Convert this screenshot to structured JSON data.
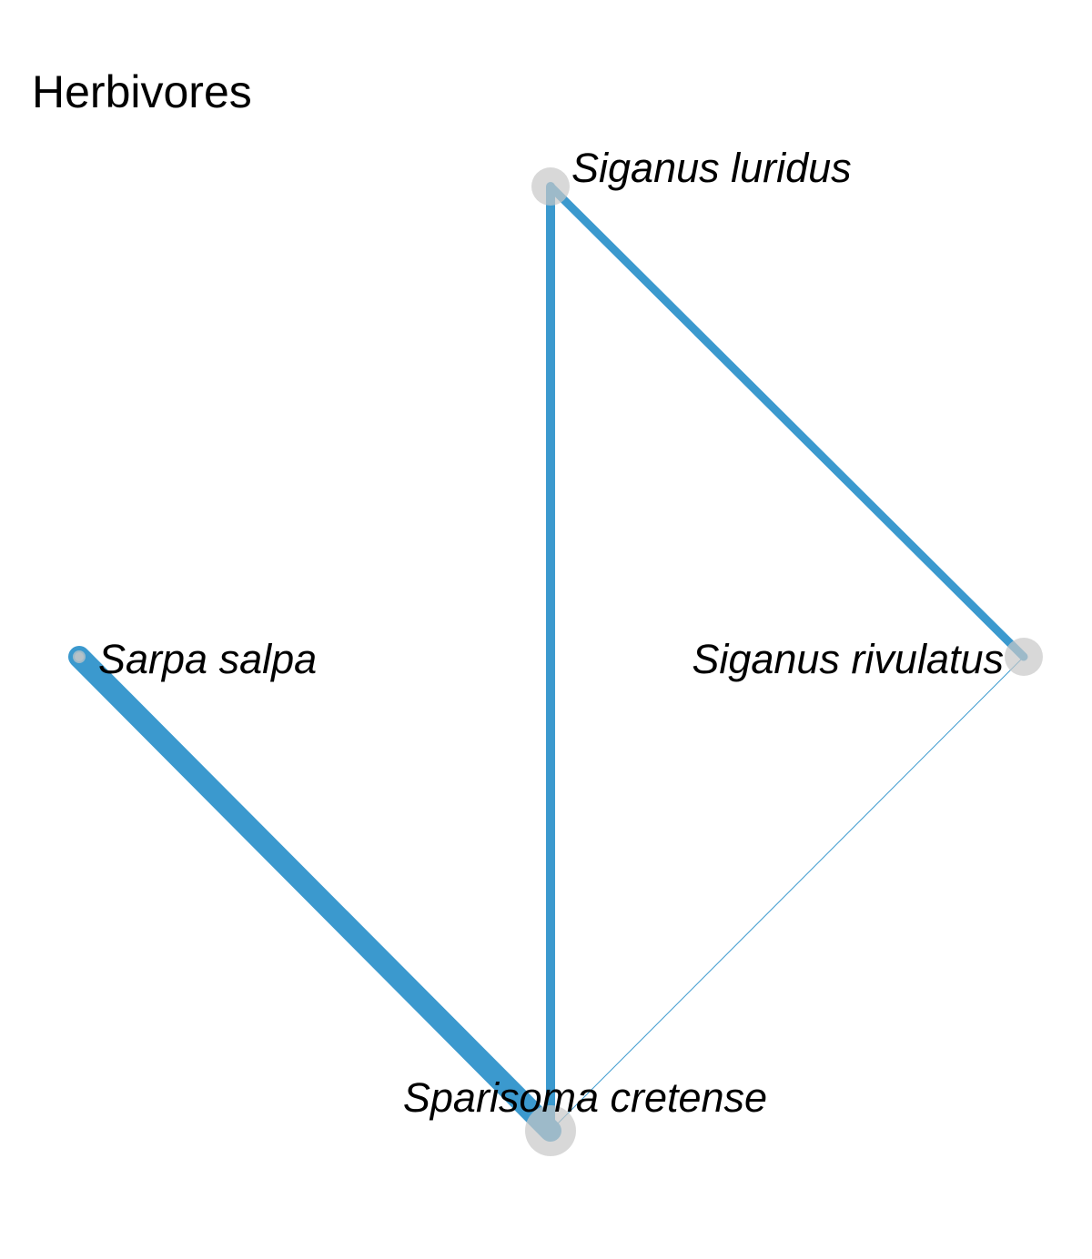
{
  "title": "Herbivores",
  "colors": {
    "edge": "#3b99ce",
    "node": "#c8c8c8",
    "text": "#000000"
  },
  "nodes": [
    {
      "id": "siganus_luridus",
      "label": "Siganus luridus"
    },
    {
      "id": "sarpa_salpa",
      "label": "Sarpa salpa"
    },
    {
      "id": "siganus_rivulatus",
      "label": "Siganus rivulatus"
    },
    {
      "id": "sparisoma_cretense",
      "label": "Sparisoma cretense"
    }
  ],
  "edges": [
    {
      "from": "siganus_luridus",
      "to": "sparisoma_cretense"
    },
    {
      "from": "siganus_luridus",
      "to": "siganus_rivulatus"
    },
    {
      "from": "sarpa_salpa",
      "to": "sparisoma_cretense"
    },
    {
      "from": "siganus_rivulatus",
      "to": "sparisoma_cretense"
    }
  ]
}
